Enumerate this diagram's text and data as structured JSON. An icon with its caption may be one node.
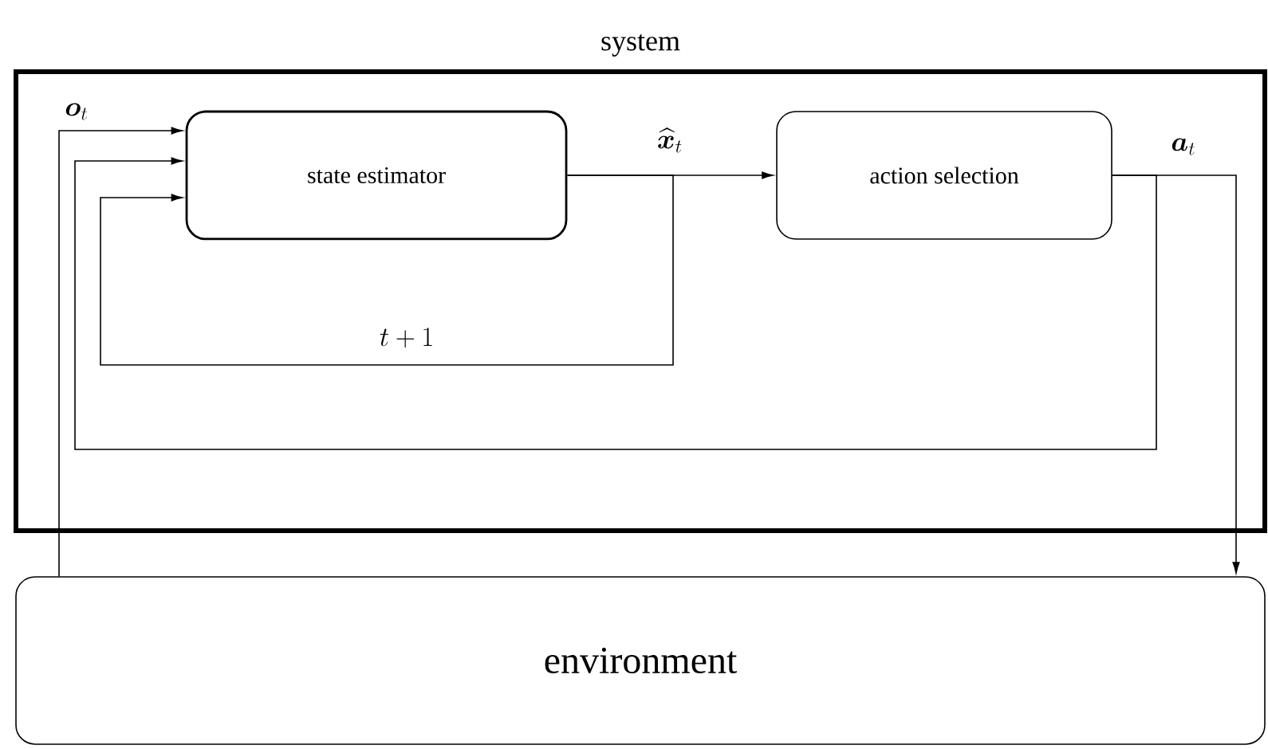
{
  "diagram": {
    "nodes": [
      {
        "text": [
          "system"
        ]
      },
      {
        "text": [
          "state estimator"
        ],
        "in": 0
      },
      {
        "text": [
          "action selection"
        ],
        "in": 0
      },
      {
        "text": [
          "environment"
        ]
      }
    ],
    "edges": [
      {
        "from": 3,
        "to": 1,
        "arrow": "to",
        "label": "\\boldsymbol{o}_t"
      },
      {
        "from": 1,
        "to": 2,
        "arrow": "to",
        "label": "\\widehat{\\boldsymbol{x}}_t"
      },
      {
        "from": 1,
        "to": 1,
        "arrow": "to",
        "label": "t+1"
      },
      {
        "from": 2,
        "to": 1,
        "arrow": "to"
      },
      {
        "from": 2,
        "to": 3,
        "arrow": "to",
        "label": "\\boldsymbol{a}_t"
      }
    ]
  }
}
